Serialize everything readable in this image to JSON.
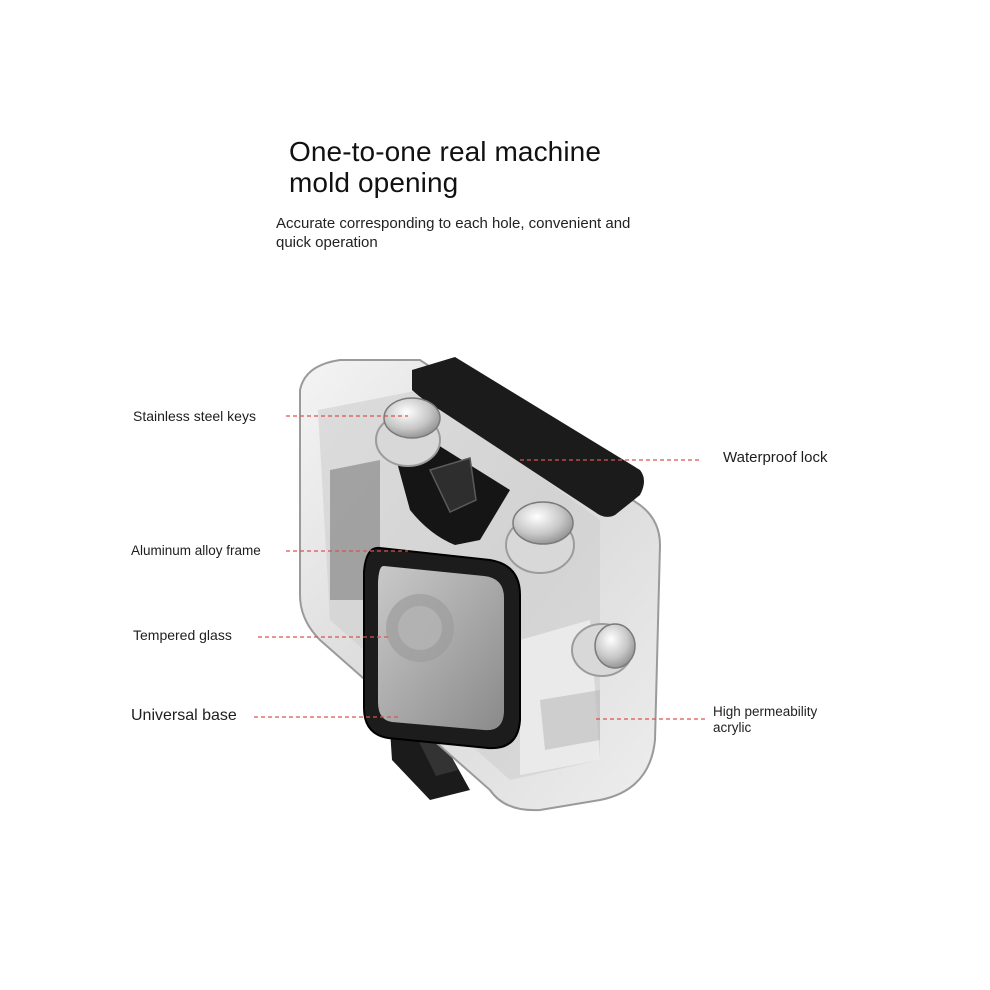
{
  "headline": {
    "line1": "One-to-one real machine",
    "line2": "mold opening"
  },
  "subtext": {
    "line1": "Accurate corresponding to each hole, convenient and",
    "line2": "quick operation"
  },
  "callouts": {
    "stainless_keys": "Stainless steel keys",
    "waterproof_lock": "Waterproof lock",
    "aluminum_frame": "Aluminum alloy frame",
    "tempered_glass": "Tempered glass",
    "universal_base": "Universal base",
    "acrylic_line1": "High permeability",
    "acrylic_line2": "acrylic"
  },
  "colors": {
    "leader_line": "#d9534f",
    "housing_dark": "#1b1b1b",
    "text": "#1a1a1a"
  }
}
